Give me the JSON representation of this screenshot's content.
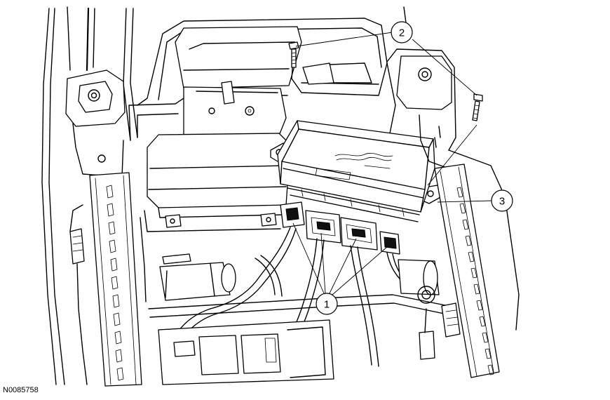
{
  "figure": {
    "reference_code": "N0085758"
  },
  "callouts": [
    {
      "id": "callout-1",
      "label": "1"
    },
    {
      "id": "callout-2",
      "label": "2"
    },
    {
      "id": "callout-3",
      "label": "3"
    }
  ]
}
